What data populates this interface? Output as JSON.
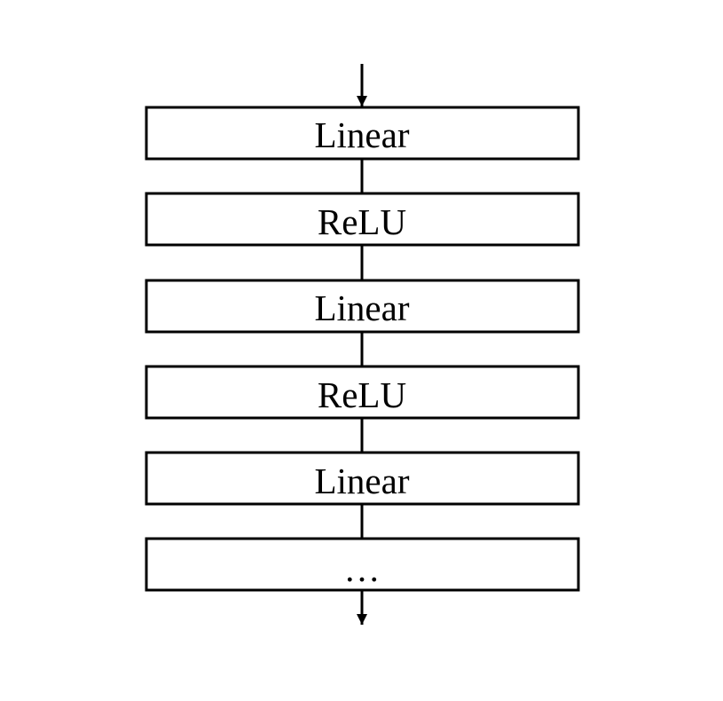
{
  "diagram": {
    "layers": [
      {
        "label": "Linear"
      },
      {
        "label": "ReLU"
      },
      {
        "label": "Linear"
      },
      {
        "label": "ReLU"
      },
      {
        "label": "Linear"
      },
      {
        "label": "…"
      }
    ],
    "stroke_color": "#000000",
    "background_color": "#ffffff"
  }
}
